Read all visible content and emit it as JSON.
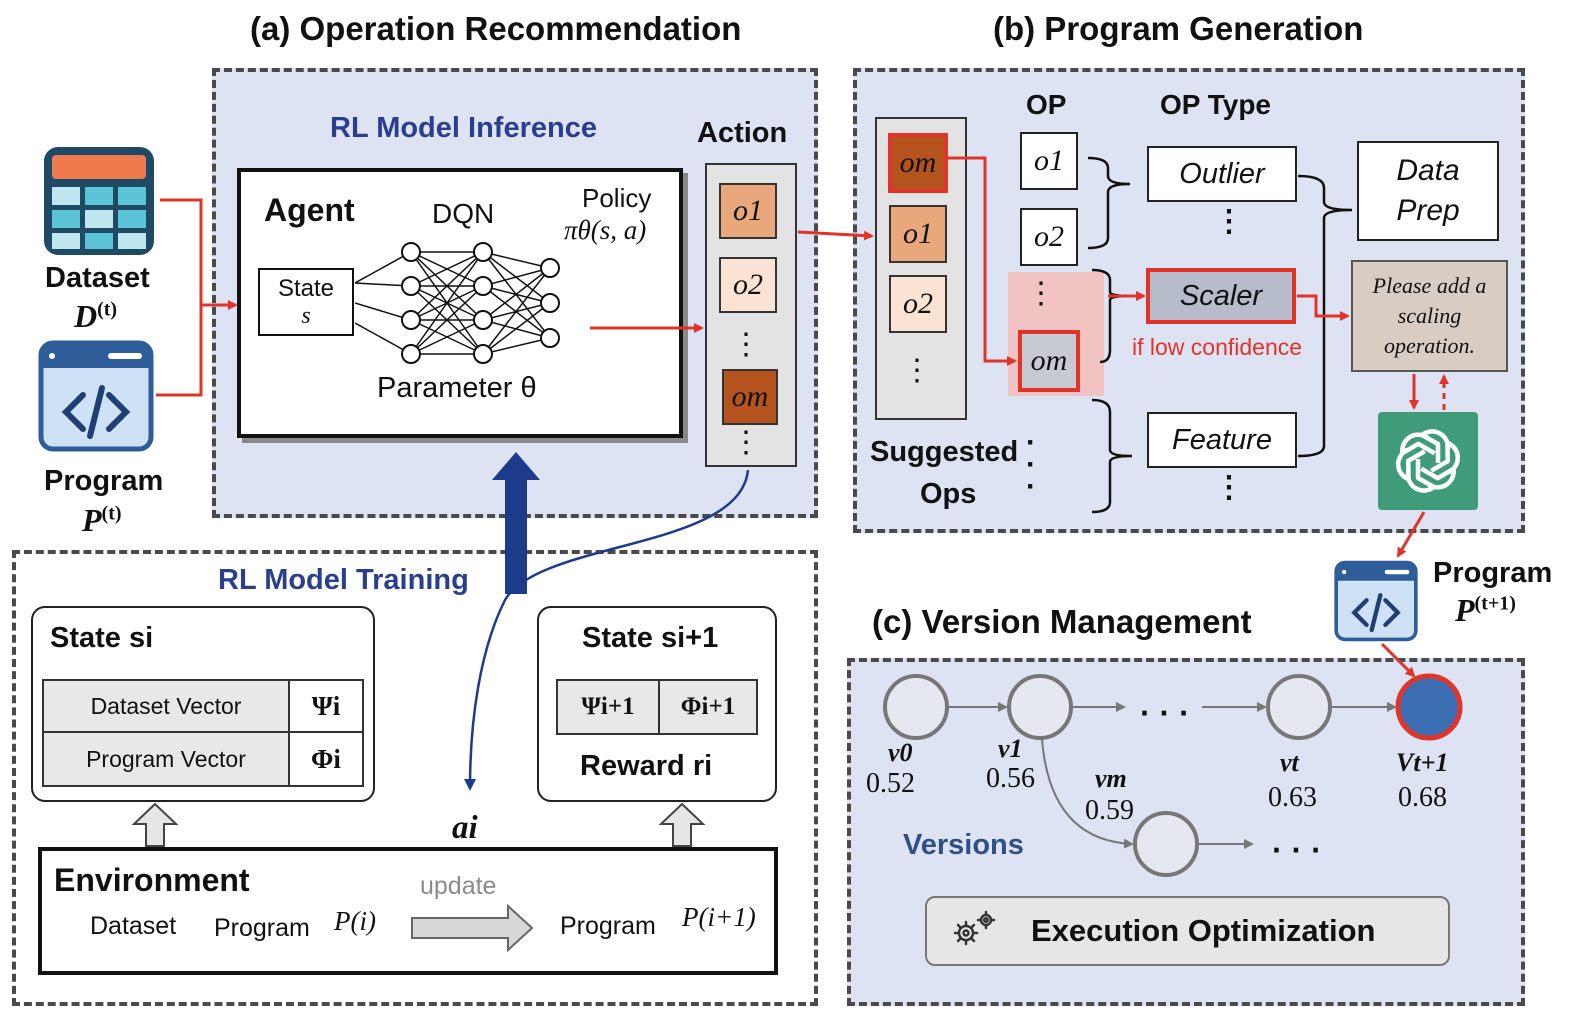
{
  "titles": {
    "a": "(a) Operation Recommendation",
    "b": "(b) Program Generation",
    "c": "(c) Version Management"
  },
  "inputs": {
    "dataset_label": "Dataset",
    "dataset_sym": "D",
    "dataset_sup": "(t)",
    "program_label": "Program",
    "program_sym": "P",
    "program_sup": "(t)"
  },
  "inference": {
    "title": "RL Model Inference",
    "agent": "Agent",
    "dqn": "DQN",
    "policy_label": "Policy",
    "policy_formula": "πθ(s, a)",
    "state_label": "State",
    "state_sym": "s",
    "parameter": "Parameter θ",
    "action_label": "Action",
    "actions": [
      "o1",
      "o2",
      "⋮",
      "om",
      "⋮"
    ]
  },
  "training": {
    "title": "RL Model Training",
    "state_i": "State si",
    "dataset_vector": "Dataset  Vector",
    "psi_i": "Ψi",
    "program_vector": "Program Vector",
    "phi_i": "Φi",
    "state_next": "State si+1",
    "psi_next": "Ψi+1",
    "phi_next": "Φi+1",
    "reward": "Reward ri",
    "action_sym": "ai",
    "environment": "Environment",
    "env_dataset": "Dataset",
    "env_program": "Program",
    "env_p_i": "P(i)",
    "update": "update",
    "env_program_next": "Program",
    "env_p_next": "P(i+1)"
  },
  "generation": {
    "op_header": "OP",
    "op_type_header": "OP Type",
    "suggested_ops": [
      "om",
      "o1",
      "o2",
      "⋮"
    ],
    "suggested_label_1": "Suggested",
    "suggested_label_2": "Ops",
    "ops": [
      "o1",
      "o2",
      "⋮",
      "om",
      "⋮"
    ],
    "types": [
      "Outlier",
      "⋮",
      "Scaler",
      "Feature",
      "⋮"
    ],
    "low_confidence": "if low confidence",
    "data_prep": [
      "Data",
      "Prep"
    ],
    "prompt": "Please add a scaling operation."
  },
  "output": {
    "program_label": "Program",
    "program_sym": "P",
    "program_sup": "(t+1)"
  },
  "versions": {
    "nodes": [
      {
        "label": "v0",
        "score": "0.52"
      },
      {
        "label": "v1",
        "score": "0.56"
      },
      {
        "label": "vt",
        "score": "0.63"
      },
      {
        "label": "Vt+1",
        "score": "0.68"
      },
      {
        "label": "vm",
        "score": "0.59"
      }
    ],
    "dots": "· · ·",
    "versions_label": "Versions",
    "execution": "Execution Optimization"
  },
  "colors": {
    "panel_bg": "#dde3f2",
    "navy": "#1e3a8a",
    "red_arrow": "#e0342a",
    "tile_o1": "#e8a87c",
    "tile_o2": "#fbe3d3",
    "tile_om": "#b5531f",
    "new_version": "#3b6db3",
    "gpt_green": "#3f9b7a"
  }
}
